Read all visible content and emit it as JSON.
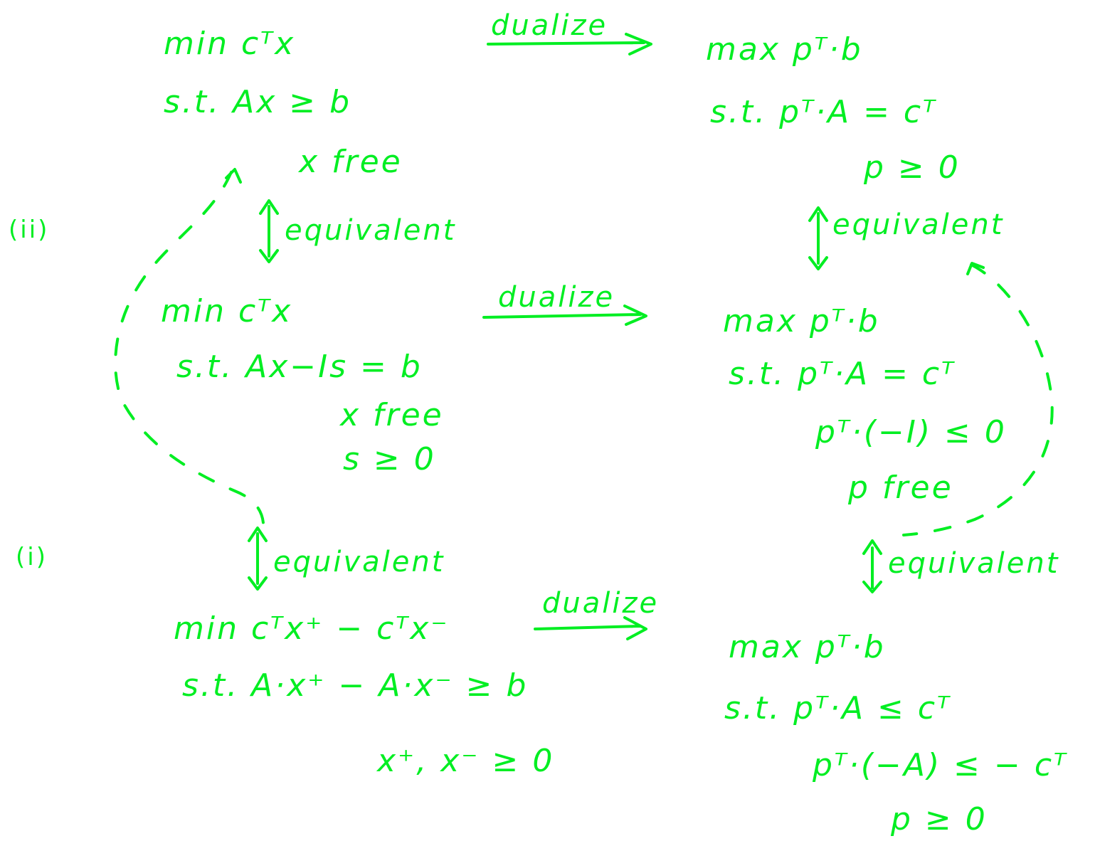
{
  "labels": {
    "case_ii": "(ii)",
    "case_i": "(i)"
  },
  "arrows": {
    "dualize": "dualize",
    "equivalent": "equivalent"
  },
  "row1": {
    "primal": [
      "min cᵀx",
      "s.t.  Ax ≥ b",
      "x free"
    ],
    "dual": [
      "max pᵀ·b",
      "s.t.  pᵀ·A = cᵀ",
      "p ≥ 0"
    ]
  },
  "row2": {
    "primal": [
      "min cᵀx",
      "s.t.  Ax−Is = b",
      "x free",
      "s ≥ 0"
    ],
    "dual": [
      "max pᵀ·b",
      "s.t.  pᵀ·A = cᵀ",
      "pᵀ·(−I) ≤ 0",
      "p free"
    ]
  },
  "row3": {
    "primal": [
      "min cᵀx⁺ − cᵀx⁻",
      "s.t.  A·x⁺ − A·x⁻ ≥ b",
      "x⁺, x⁻ ≥ 0"
    ],
    "dual": [
      "max pᵀ·b",
      "s.t.  pᵀ·A ≤ cᵀ",
      "pᵀ·(−A) ≤ − cᵀ",
      "p ≥ 0"
    ]
  },
  "colors": {
    "ink": "#00ee22",
    "background": "#ffffff"
  }
}
